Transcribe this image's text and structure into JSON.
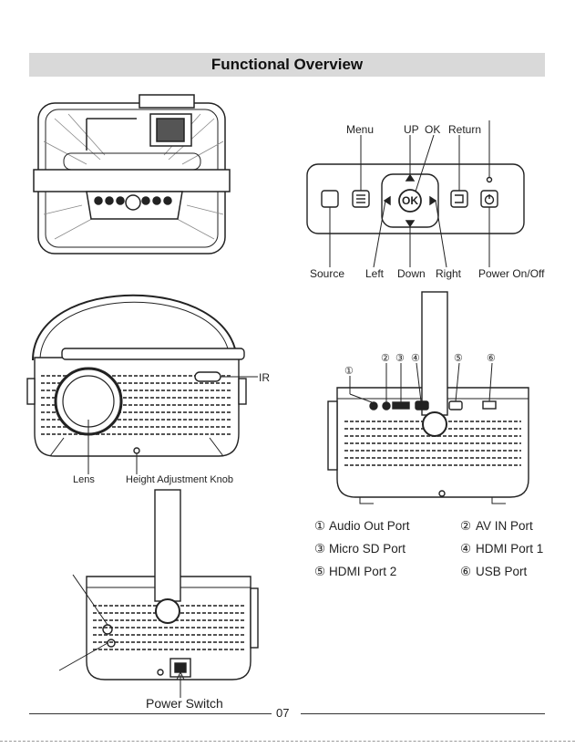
{
  "title": "Functional Overview",
  "control_panel": {
    "top_labels": [
      "Menu",
      "UP",
      "OK",
      "Return"
    ],
    "bottom_labels": [
      "Source",
      "Left",
      "Down",
      "Right",
      "Power On/Off"
    ],
    "ok_button": "OK"
  },
  "front_view": {
    "ir_label": "IR",
    "lens_label": "Lens",
    "knob_label": "Height Adjustment Knob"
  },
  "rear_view": {
    "callout_numbers": [
      "①",
      "②",
      "③",
      "④",
      "⑤",
      "⑥"
    ]
  },
  "ports": [
    {
      "num": "①",
      "name": "Audio Out Port"
    },
    {
      "num": "②",
      "name": "AV IN Port"
    },
    {
      "num": "③",
      "name": "Micro SD Port"
    },
    {
      "num": "④",
      "name": "HDMI Port 1"
    },
    {
      "num": "⑤",
      "name": "HDMI Port 2"
    },
    {
      "num": "⑥",
      "name": "USB Port"
    }
  ],
  "side_view": {
    "power_switch_label": "Power Switch"
  },
  "page_number": "07"
}
